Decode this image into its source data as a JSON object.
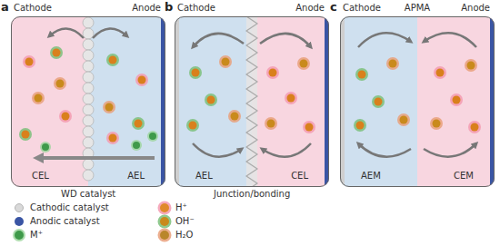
{
  "diagram": {
    "nodes": [
      {
        "text": [
          "Cathode",
          "Anode",
          "CEL",
          "AEL"
        ]
      },
      {
        "text": [
          "Cathode",
          "Anode",
          "AEL",
          "CEL"
        ]
      },
      {
        "text": [
          "Cathode",
          "APMA",
          "Anode",
          "AEM",
          "CEM"
        ]
      }
    ],
    "labels": [
      "a",
      "b",
      "c",
      "WD catalyst",
      "Junction/bonding"
    ],
    "legend": [
      {
        "text": "Cathodic catalyst",
        "color": "#d9d9d9"
      },
      {
        "text": "Anodic catalyst",
        "color": "#3a55a4"
      },
      {
        "text": "M⁺",
        "color": "#3f9a4a"
      },
      {
        "text": "H⁺",
        "color": "#e08a2a"
      },
      {
        "text": "OH⁻",
        "color": "#c98a1c"
      },
      {
        "text": "H₂O",
        "color": "#b9862a"
      }
    ]
  }
}
